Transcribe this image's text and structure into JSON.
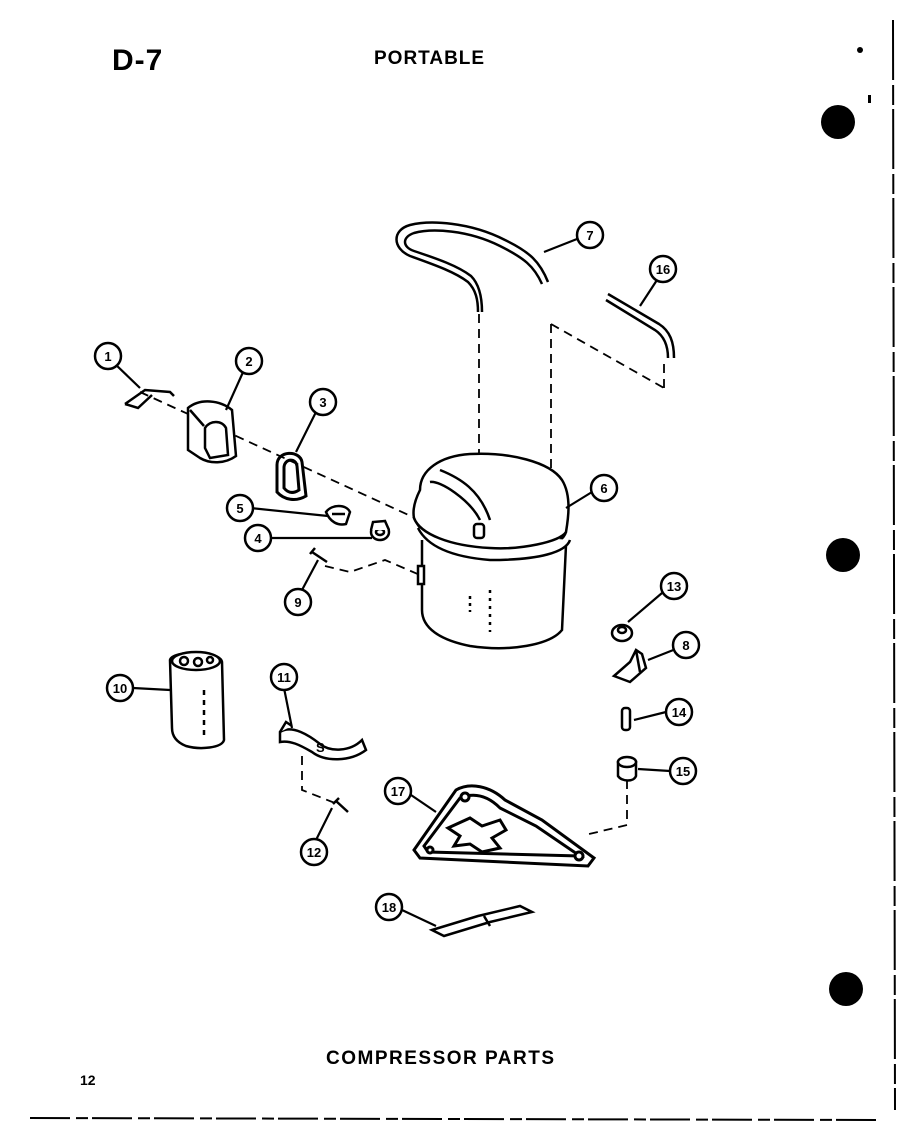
{
  "header": {
    "code": "D-7",
    "title": "PORTABLE"
  },
  "footer": {
    "title": "COMPRESSOR PARTS",
    "page_number": "12"
  },
  "callouts": [
    {
      "id": "c1",
      "label": "1"
    },
    {
      "id": "c2",
      "label": "2"
    },
    {
      "id": "c3",
      "label": "3"
    },
    {
      "id": "c4",
      "label": "4"
    },
    {
      "id": "c5",
      "label": "5"
    },
    {
      "id": "c6",
      "label": "6"
    },
    {
      "id": "c7",
      "label": "7"
    },
    {
      "id": "c8",
      "label": "8"
    },
    {
      "id": "c9",
      "label": "9"
    },
    {
      "id": "c10",
      "label": "10"
    },
    {
      "id": "c11",
      "label": "11"
    },
    {
      "id": "c12",
      "label": "12"
    },
    {
      "id": "c13",
      "label": "13"
    },
    {
      "id": "c14",
      "label": "14"
    },
    {
      "id": "c15",
      "label": "15"
    },
    {
      "id": "c16",
      "label": "16"
    },
    {
      "id": "c17",
      "label": "17"
    },
    {
      "id": "c18",
      "label": "18"
    }
  ]
}
